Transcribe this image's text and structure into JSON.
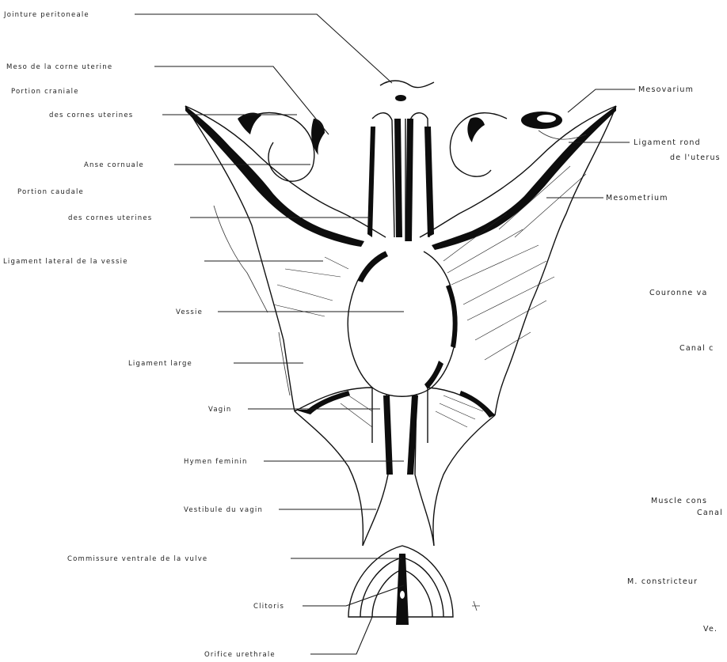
{
  "figure": {
    "labels_left": [
      {
        "key": "l1",
        "text": "Jointure peritoneale"
      },
      {
        "key": "l2",
        "text": "Meso de la corne uterine"
      },
      {
        "key": "l3a",
        "text": "Portion craniale"
      },
      {
        "key": "l3b",
        "text": "des cornes uterines"
      },
      {
        "key": "l4",
        "text": "Anse cornuale"
      },
      {
        "key": "l5a",
        "text": "Portion caudale"
      },
      {
        "key": "l5b",
        "text": "des cornes uterines"
      },
      {
        "key": "l6",
        "text": "Ligament lateral de la vessie"
      },
      {
        "key": "l7",
        "text": "Vessie"
      },
      {
        "key": "l8",
        "text": "Ligament large"
      },
      {
        "key": "l9",
        "text": "Vagin"
      },
      {
        "key": "l10",
        "text": "Hymen feminin"
      },
      {
        "key": "l11",
        "text": "Vestibule du vagin"
      },
      {
        "key": "l12",
        "text": "Commissure ventrale de la vulve"
      },
      {
        "key": "l13",
        "text": "Clitoris"
      },
      {
        "key": "l14",
        "text": "Orifice urethrale"
      }
    ],
    "labels_right": [
      {
        "key": "r1",
        "text": "Mesovarium"
      },
      {
        "key": "r2a",
        "text": "Ligament rond"
      },
      {
        "key": "r2b",
        "text": "de l'uterus"
      },
      {
        "key": "r3",
        "text": "Mesometrium"
      },
      {
        "key": "r4",
        "text": "Couronne va"
      },
      {
        "key": "r5",
        "text": "Canal c"
      },
      {
        "key": "r6a",
        "text": "Muscle cons"
      },
      {
        "key": "r6b",
        "text": "Canal"
      },
      {
        "key": "r7",
        "text": "M. constricteur"
      },
      {
        "key": "r8",
        "text": "Ve."
      }
    ]
  }
}
